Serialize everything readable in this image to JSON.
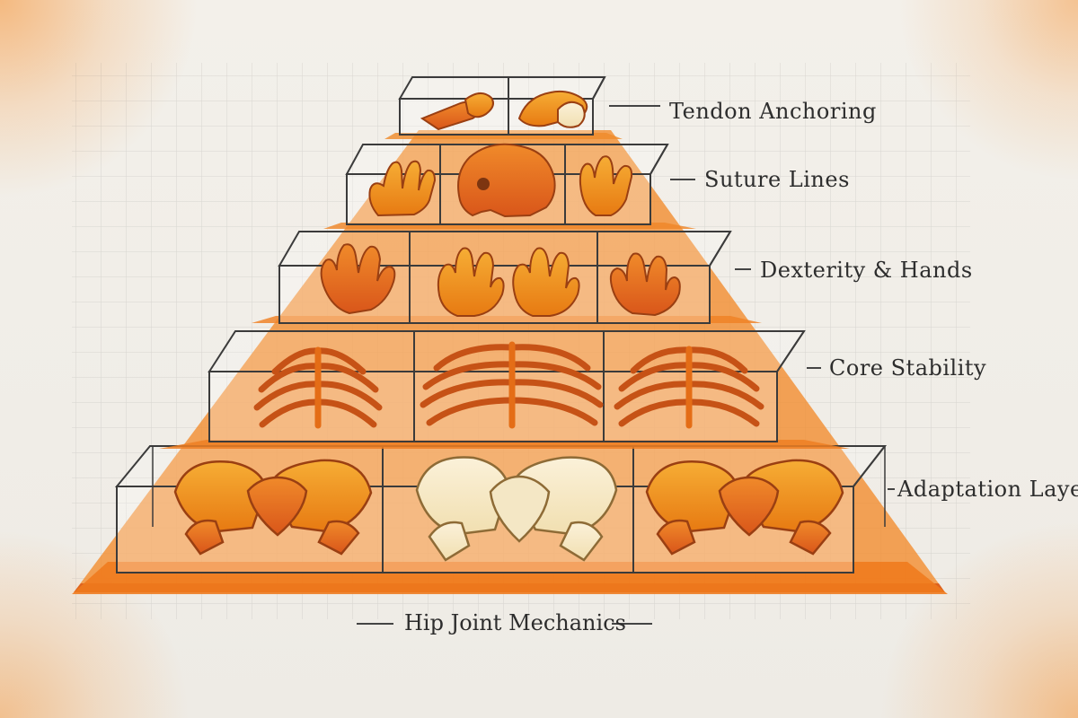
{
  "diagram": {
    "levels": [
      {
        "label": "Tendon Anchoring"
      },
      {
        "label": "Suture Lines"
      },
      {
        "label": "Dexterity & Hands"
      },
      {
        "label": "Core Stability"
      },
      {
        "label": "Adaptation Layers"
      }
    ],
    "base_label": "Hip Joint Mechanics",
    "colors": {
      "accent": "#f07a1c",
      "accent_dark": "#e05f15",
      "bone": "#f2a024",
      "bone_light": "#f8e8c0",
      "glass": "#ffffff"
    }
  }
}
